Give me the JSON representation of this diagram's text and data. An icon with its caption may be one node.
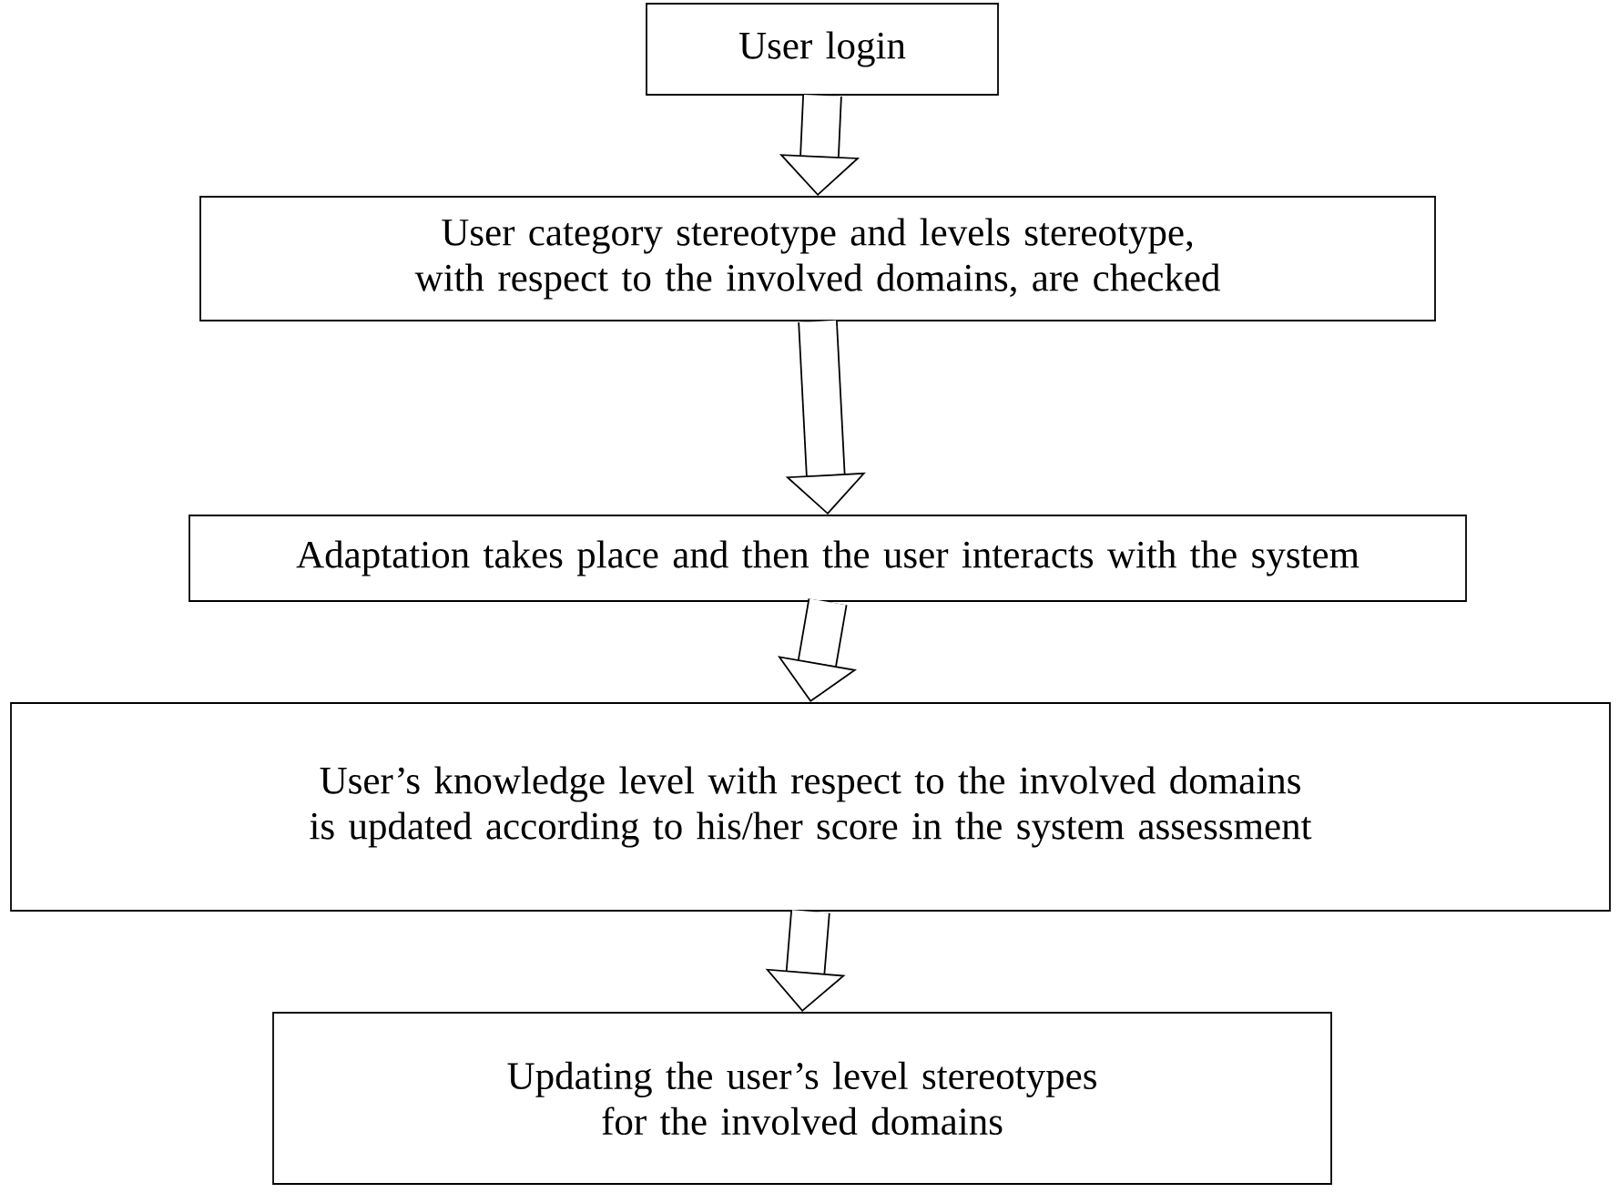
{
  "diagram": {
    "nodes": [
      {
        "text": [
          "User login"
        ]
      },
      {
        "text": [
          "User category stereotype and levels stereotype, with respect to the involved domains, are checked"
        ]
      },
      {
        "text": [
          "Adaptation takes place and then the user interacts with the system"
        ]
      },
      {
        "text": [
          "User’s knowledge level with respect to the involved domains is updated according to his/her score in the system assessment"
        ]
      },
      {
        "text": [
          "Updating the user’s level stereotypes for the involved domains"
        ]
      }
    ],
    "edges": [
      {
        "from": 0,
        "to": 1,
        "arrow": "to"
      },
      {
        "from": 1,
        "to": 2,
        "arrow": "to"
      },
      {
        "from": 2,
        "to": 3,
        "arrow": "to"
      },
      {
        "from": 3,
        "to": 4,
        "arrow": "to"
      }
    ]
  }
}
